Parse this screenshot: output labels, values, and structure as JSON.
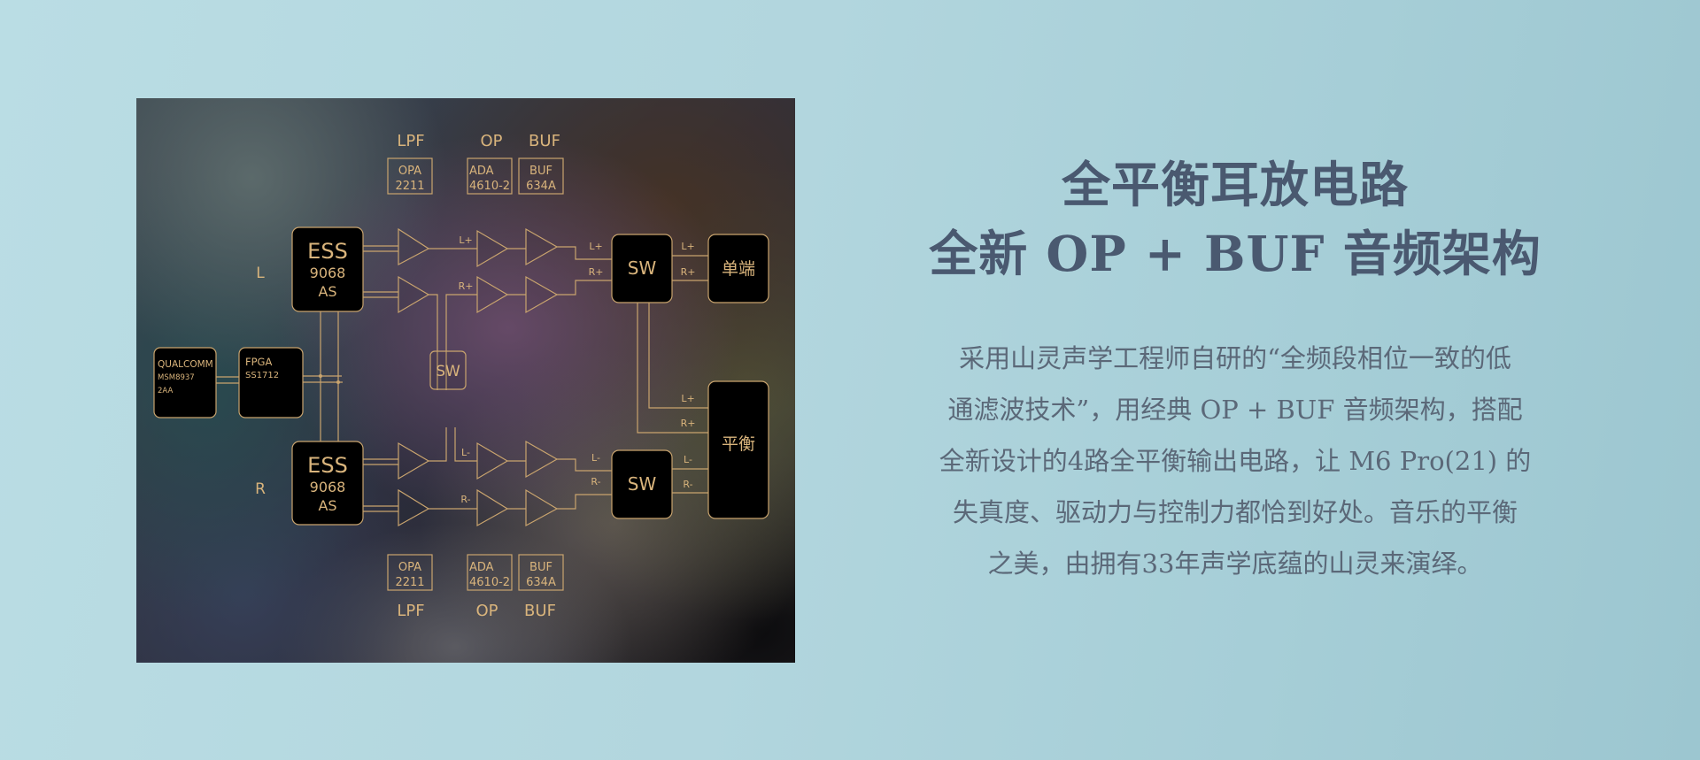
{
  "diagram": {
    "title_alt": "Full balanced headphone amplifier block diagram",
    "channel_labels": {
      "left": "L",
      "right": "R"
    },
    "source": {
      "name": "QUALCOMM",
      "line2": "MSM8937",
      "line3": "2AA"
    },
    "fpga": {
      "name": "FPGA",
      "line2": "SS1712"
    },
    "dac_left": {
      "brand": "ESS",
      "model": "9068",
      "suffix": "AS"
    },
    "dac_right": {
      "brand": "ESS",
      "model": "9068",
      "suffix": "AS"
    },
    "center_switch": "SW",
    "stage_headers_top": {
      "lpf": "LPF",
      "op": "OP",
      "buf": "BUF"
    },
    "stage_headers_bottom": {
      "lpf": "LPF",
      "op": "OP",
      "buf": "BUF"
    },
    "parts_top": {
      "lpf": {
        "line1": "OPA",
        "line2": "2211"
      },
      "op": {
        "line1": "ADA",
        "line2": "4610-2"
      },
      "buf": {
        "line1": "BUF",
        "line2": "634A"
      }
    },
    "parts_bottom": {
      "lpf": {
        "line1": "OPA",
        "line2": "2211"
      },
      "op": {
        "line1": "ADA",
        "line2": "4610-2"
      },
      "buf": {
        "line1": "BUF",
        "line2": "634A"
      }
    },
    "signal_labels": {
      "l_plus": "L+",
      "r_plus": "R+",
      "l_minus": "L-",
      "r_minus": "R-"
    },
    "switch_upper": "SW",
    "switch_lower": "SW",
    "output_single_ended": "单端",
    "output_balanced": "平衡",
    "colors": {
      "line": "#c9a46e",
      "text": "#d9b47c",
      "block_fill": "#000000"
    }
  },
  "headline": {
    "line1": "全平衡耳放电路",
    "line2": "全新 OP + BUF 音频架构"
  },
  "description": {
    "lines": [
      "采用山灵声学工程师自研的“全频段相位一致的低",
      "通滤波技术”，用经典 OP + BUF 音频架构，搭配",
      "全新设计的4路全平衡输出电路，让 M6 Pro(21) 的",
      "失真度、驱动力与控制力都恰到好处。音乐的平衡",
      "之美，由拥有33年声学底蕴的山灵来演绎。"
    ]
  },
  "colors": {
    "background_left": "#badde4",
    "background_right": "#9cc6d0",
    "headline": "#4a5970",
    "body": "#5b6878"
  }
}
